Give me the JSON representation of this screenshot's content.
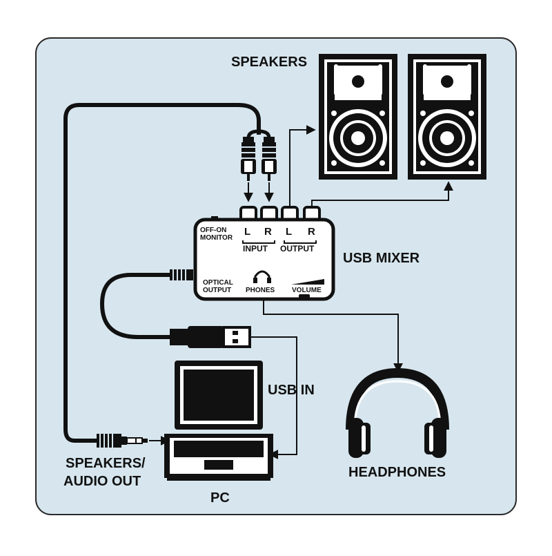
{
  "labels": {
    "speakers": "SPEAKERS",
    "usb_mixer": "USB MIXER",
    "usb_in": "USB IN",
    "speakers_audio_out_line1": "SPEAKERS/",
    "speakers_audio_out_line2": "AUDIO OUT",
    "headphones": "HEADPHONES",
    "pc": "PC"
  },
  "mixer": {
    "off_on": "OFF-ON",
    "monitor": "MONITOR",
    "input_l": "L",
    "input_r": "R",
    "output_l": "L",
    "output_r": "R",
    "input": "INPUT",
    "output": "OUTPUT",
    "optical": "OPTICAL",
    "optical_output": "OUTPUT",
    "phones": "PHONES",
    "volume": "VOLUME"
  },
  "colors": {
    "panel_bg": "#d7e6ee",
    "panel_border": "#2a2a2a",
    "ink": "#111111",
    "device_white": "#ffffff"
  },
  "icons": [
    "speaker-icon",
    "usb-mixer-icon",
    "laptop-icon",
    "headphones-icon",
    "rca-plug-icon",
    "usb-plug-icon",
    "audio-jack-icon",
    "arrow-icon"
  ]
}
